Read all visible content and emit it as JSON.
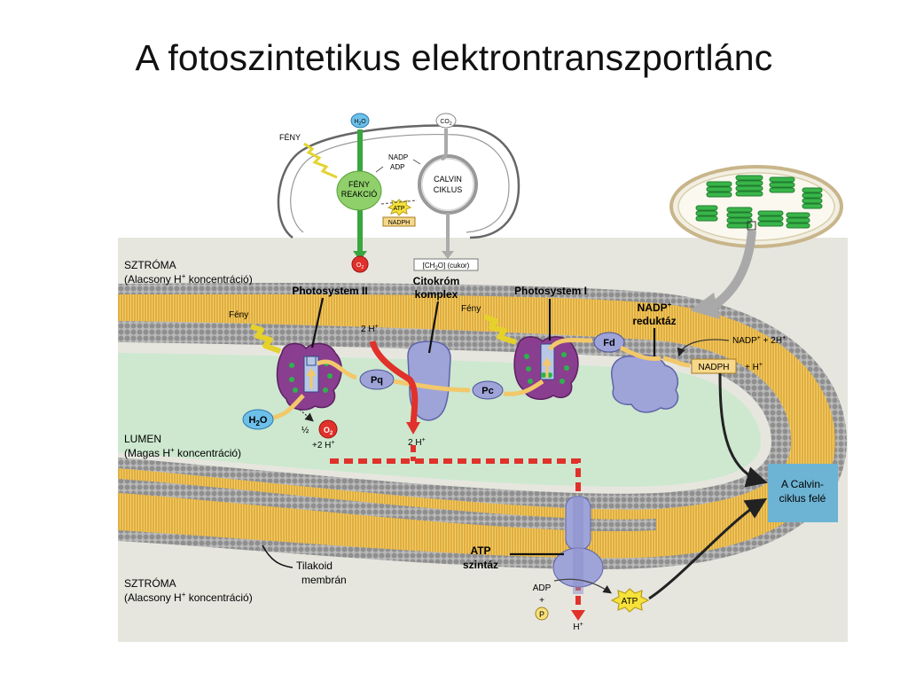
{
  "title": "A fotoszintetikus elektrontranszportlánc",
  "overview": {
    "h2o": "H",
    "h2o_sub": "2",
    "h2o_o": "O",
    "co2": "CO",
    "co2_sub": "2",
    "light": "FÉNY",
    "nadp": "NADP",
    "adp": "ADP",
    "light_reaction_line1": "FÉNY",
    "light_reaction_line2": "REAKCIÓ",
    "atp": "ATP",
    "nadph": "NADPH",
    "calvin_line1": "CALVIN",
    "calvin_line2": "CIKLUS",
    "o2": "O",
    "o2_sub": "2",
    "sugar": "[CH",
    "sugar_sub": "2",
    "sugar_rest": "O] (cukor)"
  },
  "labels": {
    "stroma_top_1": "SZTRÓMA",
    "stroma_top_2a": "(Alacsony H",
    "stroma_top_2b": " koncentráció)",
    "psii": "Photosystem II",
    "cyt_1": "Citokróm",
    "cyt_2": "komplex",
    "psi": "Photosystem I",
    "nadp_red_1": "NADP",
    "nadp_red_2": "reduktáz",
    "feny_left": "Fény",
    "feny_right": "Fény",
    "two_h_top": "2 H",
    "fd": "Fd",
    "nadp_plus_2h_a": "NADP",
    "nadp_plus_2h_b": " + 2H",
    "nadph_box": "NADPH",
    "plus_h": "+ H",
    "pq": "Pq",
    "pc": "Pc",
    "h2o": "H",
    "h2o_sub": "2",
    "h2o_o": "O",
    "half": "½",
    "o2": "O",
    "o2_sub": "2",
    "plus_2h": "+2 H",
    "two_h_mid": "2 H",
    "lumen_1": "LUMEN",
    "lumen_2a": "(Magas H",
    "lumen_2b": " koncentráció)",
    "calvin_dir_1": "A Calvin-",
    "calvin_dir_2": "ciklus felé",
    "atp_synth_1": "ATP",
    "atp_synth_2": "szintáz",
    "thylakoid_1": "Tilakoid",
    "thylakoid_2": "membrán",
    "stroma_bot_1": "SZTRÓMA",
    "stroma_bot_2a": "(Alacsony H",
    "stroma_bot_2b": " koncentráció)",
    "adp": "ADP",
    "plus": "+",
    "p": "P",
    "atp": "ATP",
    "h_out": "H",
    "sup_plus": "+"
  },
  "colors": {
    "panel": "#e6e6df",
    "lumen": "#cde8cf",
    "membrane_head": "#8f8f8f",
    "membrane_tail": "#e8b84a",
    "photosystem": "#8a3e8f",
    "protein_blue": "#9ea3d8",
    "electron_arrow": "#f2c86a",
    "proton_red": "#e0312b",
    "calvin_box": "#6db3d3",
    "nadph_box": "#f7d88a",
    "chloroplast_green": "#39b54a"
  }
}
